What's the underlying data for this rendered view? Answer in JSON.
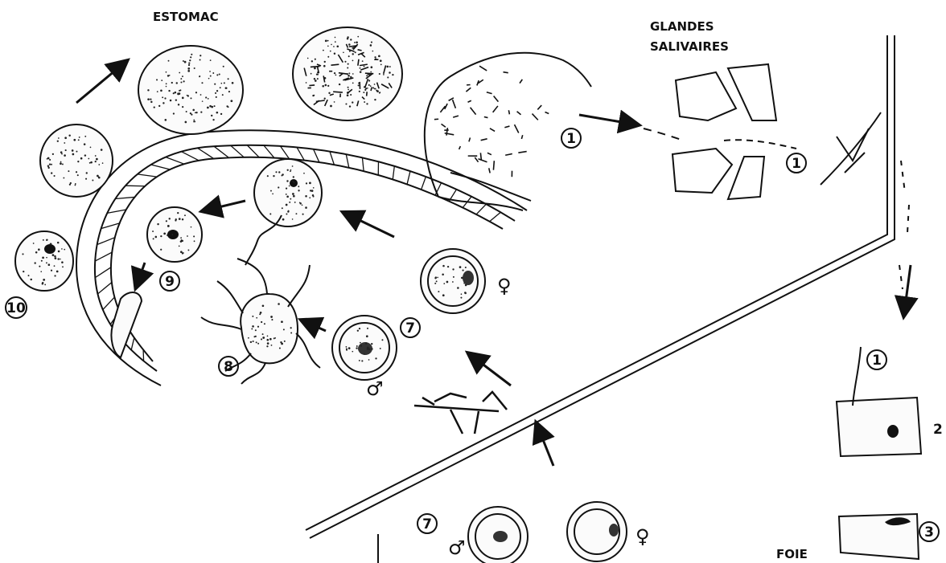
{
  "labels": {
    "estomac": "ESTOMAC",
    "glandes_line1": "GLANDES",
    "glandes_line2": "SALIVAIRES",
    "foie": "FOIE"
  },
  "stage_numbers": {
    "sporozoite_a": "1",
    "sporozoite_b": "1",
    "sporozoite_c": "1",
    "liver_stage_2": "2",
    "liver_stage_3": "3",
    "gametocytes_top": "7",
    "gametocytes_bottom": "7",
    "exflagellation": "8",
    "zygote": "9",
    "oocyst": "10"
  },
  "symbols": {
    "female": "♀",
    "male": "♂"
  },
  "colors": {
    "ink": "#111111",
    "paper": "#ffffff"
  }
}
